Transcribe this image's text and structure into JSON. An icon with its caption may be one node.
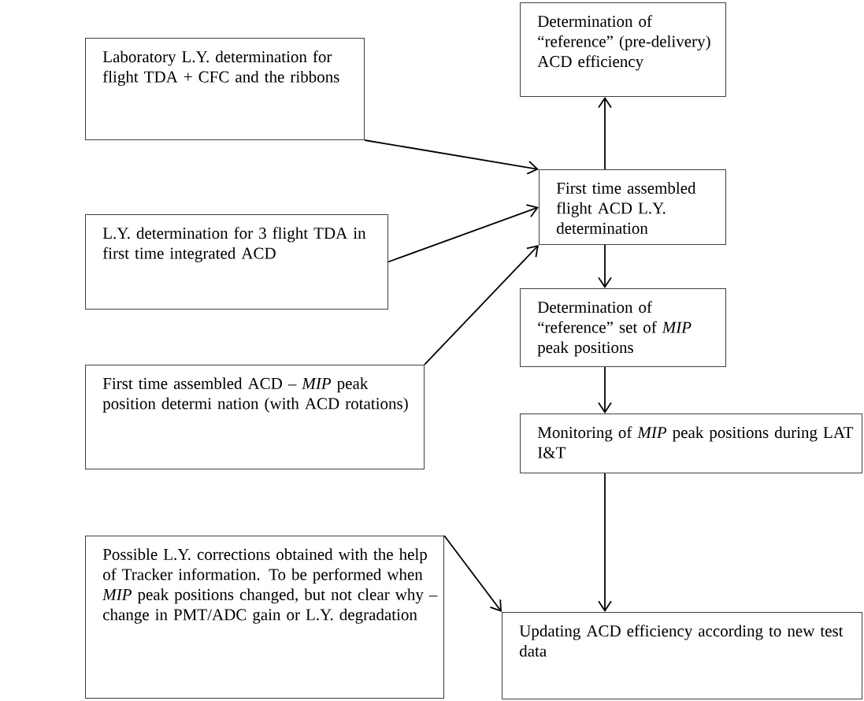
{
  "diagram": {
    "nodes": [
      {
        "text": [
          "Laboratory L.Y. determination for flight TDA + CFC and the ribbons"
        ]
      },
      {
        "text": [
          "L.Y. determination for 3 flight TDA in first time integrated ACD"
        ]
      },
      {
        "text": [
          "First time assembled ACD – *MIP* peak position determi nation (with ACD rotations)"
        ]
      },
      {
        "text": [
          "Possible L.Y. corrections obtained with the help of Tracker information. To be performed when *MIP* peak positions changed, but not clear why – change in PMT/ADC gain or L.Y. degradation"
        ]
      },
      {
        "text": [
          "Determination of “reference” (pre-delivery) ACD efficiency"
        ]
      },
      {
        "text": [
          "First time assembled flight ACD L.Y. determination"
        ]
      },
      {
        "text": [
          "Determination of “reference” set of *MIP* peak positions"
        ]
      },
      {
        "text": [
          "Monitoring of *MIP* peak positions during LAT I&T"
        ]
      },
      {
        "text": [
          "Updating ACD efficiency according to new test data"
        ]
      }
    ],
    "edges": [
      {
        "from": 0,
        "to": 5,
        "arrow": "to"
      },
      {
        "from": 1,
        "to": 5,
        "arrow": "to"
      },
      {
        "from": 2,
        "to": 5,
        "arrow": "to"
      },
      {
        "from": 5,
        "to": 4,
        "arrow": "to"
      },
      {
        "from": 5,
        "to": 6,
        "arrow": "to"
      },
      {
        "from": 6,
        "to": 7,
        "arrow": "to"
      },
      {
        "from": 7,
        "to": 8,
        "arrow": "to"
      },
      {
        "from": 3,
        "to": 8,
        "arrow": "to"
      }
    ]
  }
}
